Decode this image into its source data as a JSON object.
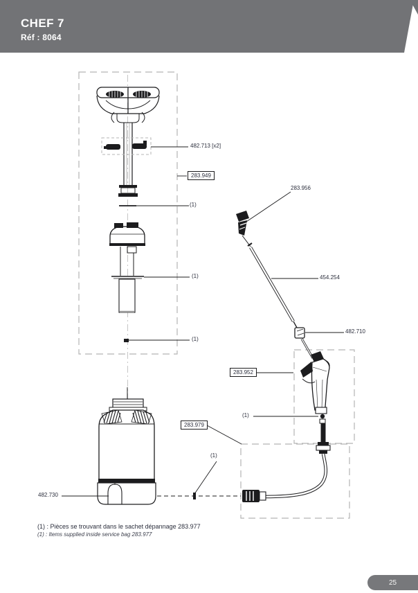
{
  "header": {
    "title": "CHEF 7",
    "subtitle": "Réf : 8064"
  },
  "diagram": {
    "part_labels": {
      "handle_clips": "482.713 [x2]",
      "pump_assembly": "283.949",
      "nozzle": "283.956",
      "lance": "454.254",
      "lance_nut": "482.710",
      "trigger_gun": "283.952",
      "hose_assembly": "283.979",
      "tank_base": "482.730"
    },
    "service_ref_marker": "(1)"
  },
  "footnotes": {
    "french": "(1) : Pièces se trouvant dans le sachet dépannage 283.977",
    "english": "(1) : Items supplied inside service bag 283.977"
  },
  "page": {
    "number": "25"
  },
  "colors": {
    "header_gray": "#727376",
    "line_black": "#1c1c1e",
    "dashed_box_gray": "#b5b5b5",
    "label_text": "#2b2e3c"
  }
}
